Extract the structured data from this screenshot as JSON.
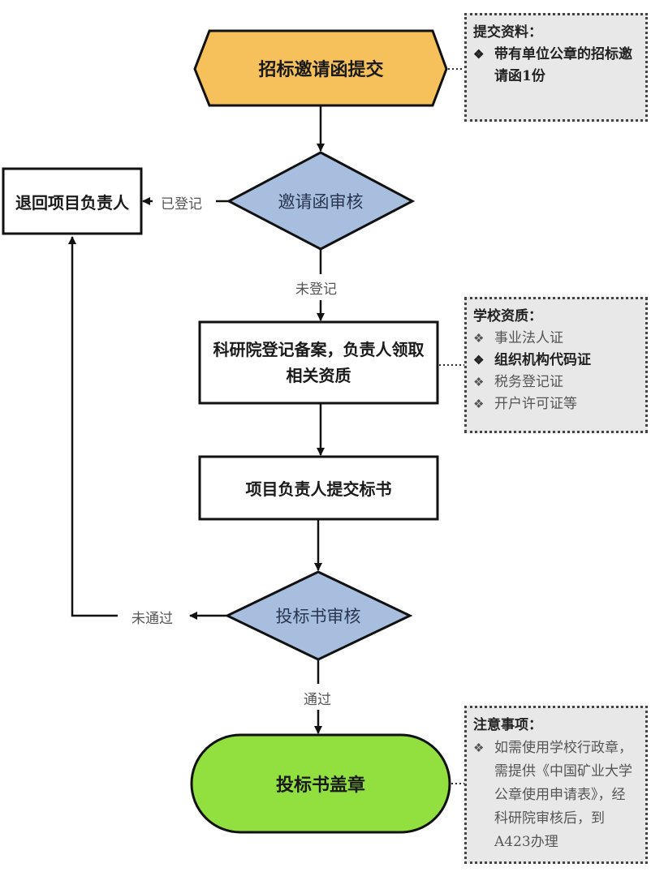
{
  "diagram": {
    "colors": {
      "start_fill": "#F6C05A",
      "decision_fill": "#A8BEDF",
      "end_fill": "#92E040",
      "note_fill": "#E8E8E8",
      "stroke": "#111111"
    },
    "nodes": {
      "submit_invitation": "招标邀请函提交",
      "review_invitation": "邀请函审核",
      "return_to_leader": "退回项目负责人",
      "register_record": "科研院登记备案，负责人领取相关资质",
      "submit_bid": "项目负责人提交标书",
      "review_bid": "投标书审核",
      "stamp_bid": "投标书盖章"
    },
    "edges": {
      "registered": "已登记",
      "not_registered": "未登记",
      "not_passed": "未通过",
      "passed": "通过"
    },
    "notes": {
      "submit_materials": {
        "title": "提交资料：",
        "items": [
          "带有单位公章的招标邀请函1份"
        ]
      },
      "school_qualifications": {
        "title": "学校资质：",
        "items": [
          "事业法人证",
          "组织机构代码证",
          "税务登记证",
          "开户许可证等"
        ]
      },
      "attention": {
        "title": "注意事项：",
        "items": [
          "如需使用学校行政章，需提供《中国矿业大学公章使用申请表》，经科研院审核后，到A423办理"
        ]
      }
    },
    "bullet_icon": "❖"
  }
}
